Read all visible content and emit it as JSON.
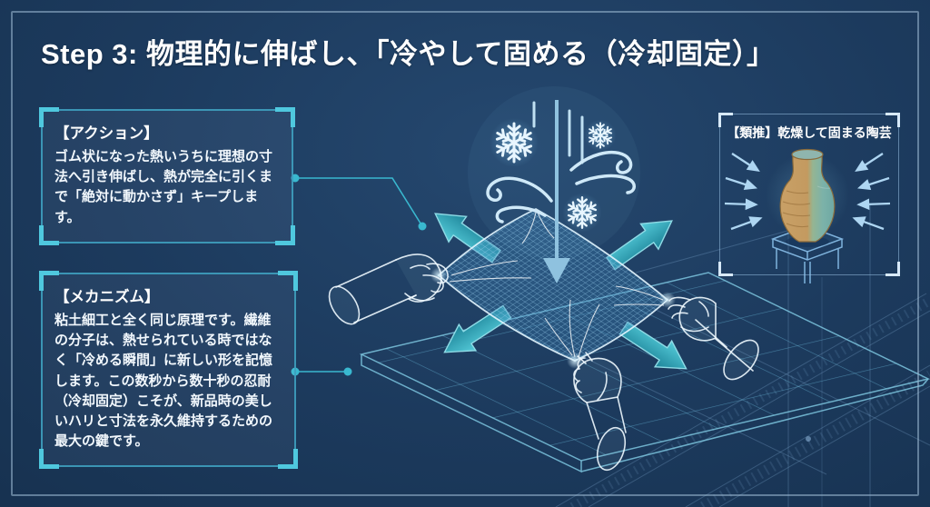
{
  "title": "Step 3: 物理的に伸ばし、「冷やして固める（冷却固定）」",
  "panels": {
    "action": {
      "heading": "【アクション】",
      "body": "ゴム状になった熱いうちに理想の寸法へ引き伸ばし、熱が完全に引くまで「絶対に動かさず」キープします。"
    },
    "mechanism": {
      "heading": "【メカニズム】",
      "body": "粘土細工と全く同じ原理です。繊維の分子は、熱せられている時ではなく「冷める瞬間」に新しい形を記憶します。この数秒から数十秒の忍耐（冷却固定）こそが、新品時の美しいハリと寸法を永久維持するための最大の鍵です。"
    },
    "analogy": {
      "label": "【類推】乾燥して固まる陶芸"
    }
  },
  "illustration": {
    "snowflake_icons": 3,
    "wind_swirl_icons": 2,
    "cooling_arrow": "downward",
    "stretch_arrows": [
      "up-left",
      "up-right",
      "down-left",
      "down-right"
    ],
    "hands": 3,
    "fabric": "stretched wireframe mesh",
    "surface": "isometric grid board",
    "analogy_graphic": "clay vase on stand with inward drying arrows"
  },
  "colors": {
    "background": "#1c3a5d",
    "frame": "#9ebcd6",
    "panel_border": "#3e9ebe",
    "corner_accent": "#4fc8de",
    "connector": "#39b8cf",
    "stretch_arrow": "#2a9db1",
    "ice_blue": "#cfe9fa",
    "mesh_blue": "#6ea9d3",
    "grid_teal": "#5aa8c8",
    "vase_tan": "#c79e63",
    "vase_teal": "#79b1ab",
    "text": "#ffffff"
  }
}
